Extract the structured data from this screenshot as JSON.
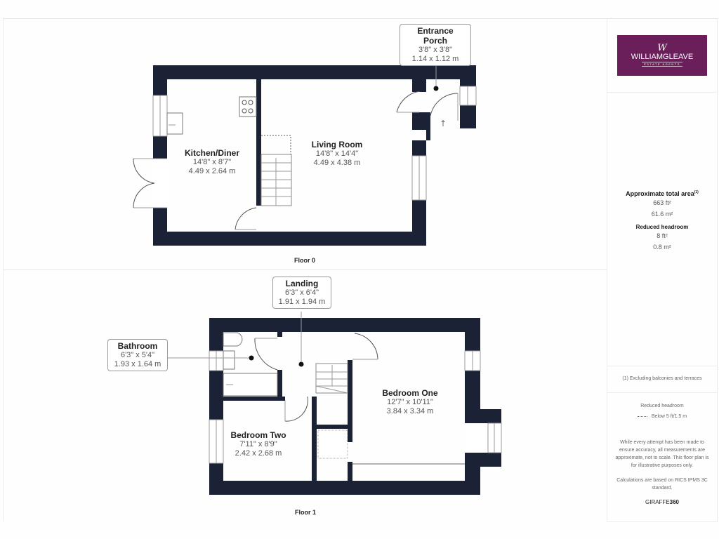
{
  "floors": [
    {
      "label": "Floor 0",
      "rooms": [
        {
          "name": "Kitchen/Diner",
          "imperial": "14'8\" x 8'7\"",
          "metric": "4.49 x 2.64 m"
        },
        {
          "name": "Living Room",
          "imperial": "14'8\" x 14'4\"",
          "metric": "4.49 x 4.38 m"
        },
        {
          "name": "Entrance Porch",
          "imperial": "3'8\" x 3'8\"",
          "metric": "1.14 x 1.12 m"
        }
      ]
    },
    {
      "label": "Floor 1",
      "rooms": [
        {
          "name": "Landing",
          "imperial": "6'3\" x 6'4\"",
          "metric": "1.91 x 1.94 m"
        },
        {
          "name": "Bathroom",
          "imperial": "6'3\" x 5'4\"",
          "metric": "1.93 x 1.64 m"
        },
        {
          "name": "Bedroom One",
          "imperial": "12'7\" x 10'11\"",
          "metric": "3.84 x 3.34 m"
        },
        {
          "name": "Bedroom Two",
          "imperial": "7'11\" x 8'9\"",
          "metric": "2.42 x 2.68 m"
        }
      ]
    }
  ],
  "sidebar": {
    "logo": {
      "monogram": "W",
      "name": "WILLIAMGLEAVE",
      "tagline": "ESTATE AGENTS",
      "color": "#6a1f5a"
    },
    "area": {
      "title": "Approximate total area",
      "footnote_mark": "(1)",
      "sqft": "663 ft²",
      "sqm": "61.6 m²",
      "reduced_title": "Reduced headroom",
      "reduced_sqft": "8 ft²",
      "reduced_sqm": "0.8 m²"
    },
    "footnote": "(1) Excluding balconies and terraces",
    "legend": {
      "title": "Reduced headroom",
      "item": "Below 5 ft/1.5 m"
    },
    "disclaimer": "While every attempt has been made to ensure accuracy, all measurements are approximate, not to scale. This floor plan is for illustrative purposes only.",
    "calculation": "Calculations are based on RICS IPMS 3C standard.",
    "brand": {
      "prefix": "GIRAFFE",
      "suffix": "360"
    }
  },
  "colors": {
    "wall": "#1c2235",
    "brand": "#6a1f5a"
  }
}
